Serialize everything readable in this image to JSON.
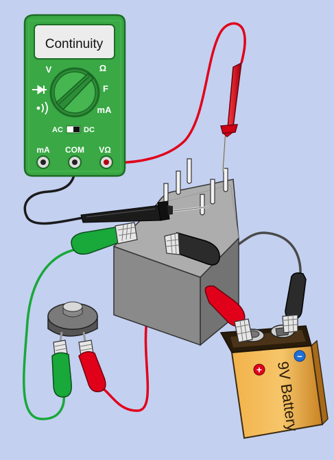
{
  "multimeter": {
    "display": "Continuity",
    "dial_labels": {
      "volts": "V",
      "ohms": "Ω",
      "diode": "⊣◀|",
      "farads": "F",
      "sound": "•))",
      "milliamps": "mA"
    },
    "ac_label": "AC",
    "dc_label": "DC",
    "jacks": {
      "ma": "mA",
      "com": "COM",
      "vohm": "VΩ"
    }
  },
  "battery": {
    "label": "9V Battery",
    "plus": "+",
    "minus": "−"
  },
  "colors": {
    "background": "#c3d0f0",
    "meter_body": "#3aa845",
    "meter_outline": "#1d6b26",
    "display": "#ececec",
    "red_wire": "#e1001a",
    "black_wire": "#1b1b1b",
    "gray_wire": "#4a4a4a",
    "green_wire": "#19a83a",
    "relay_top": "#adadad",
    "relay_front": "#8a8a8a",
    "relay_side": "#737373",
    "battery_gold": "#e8a23c",
    "battery_dark": "#3b2a14"
  }
}
